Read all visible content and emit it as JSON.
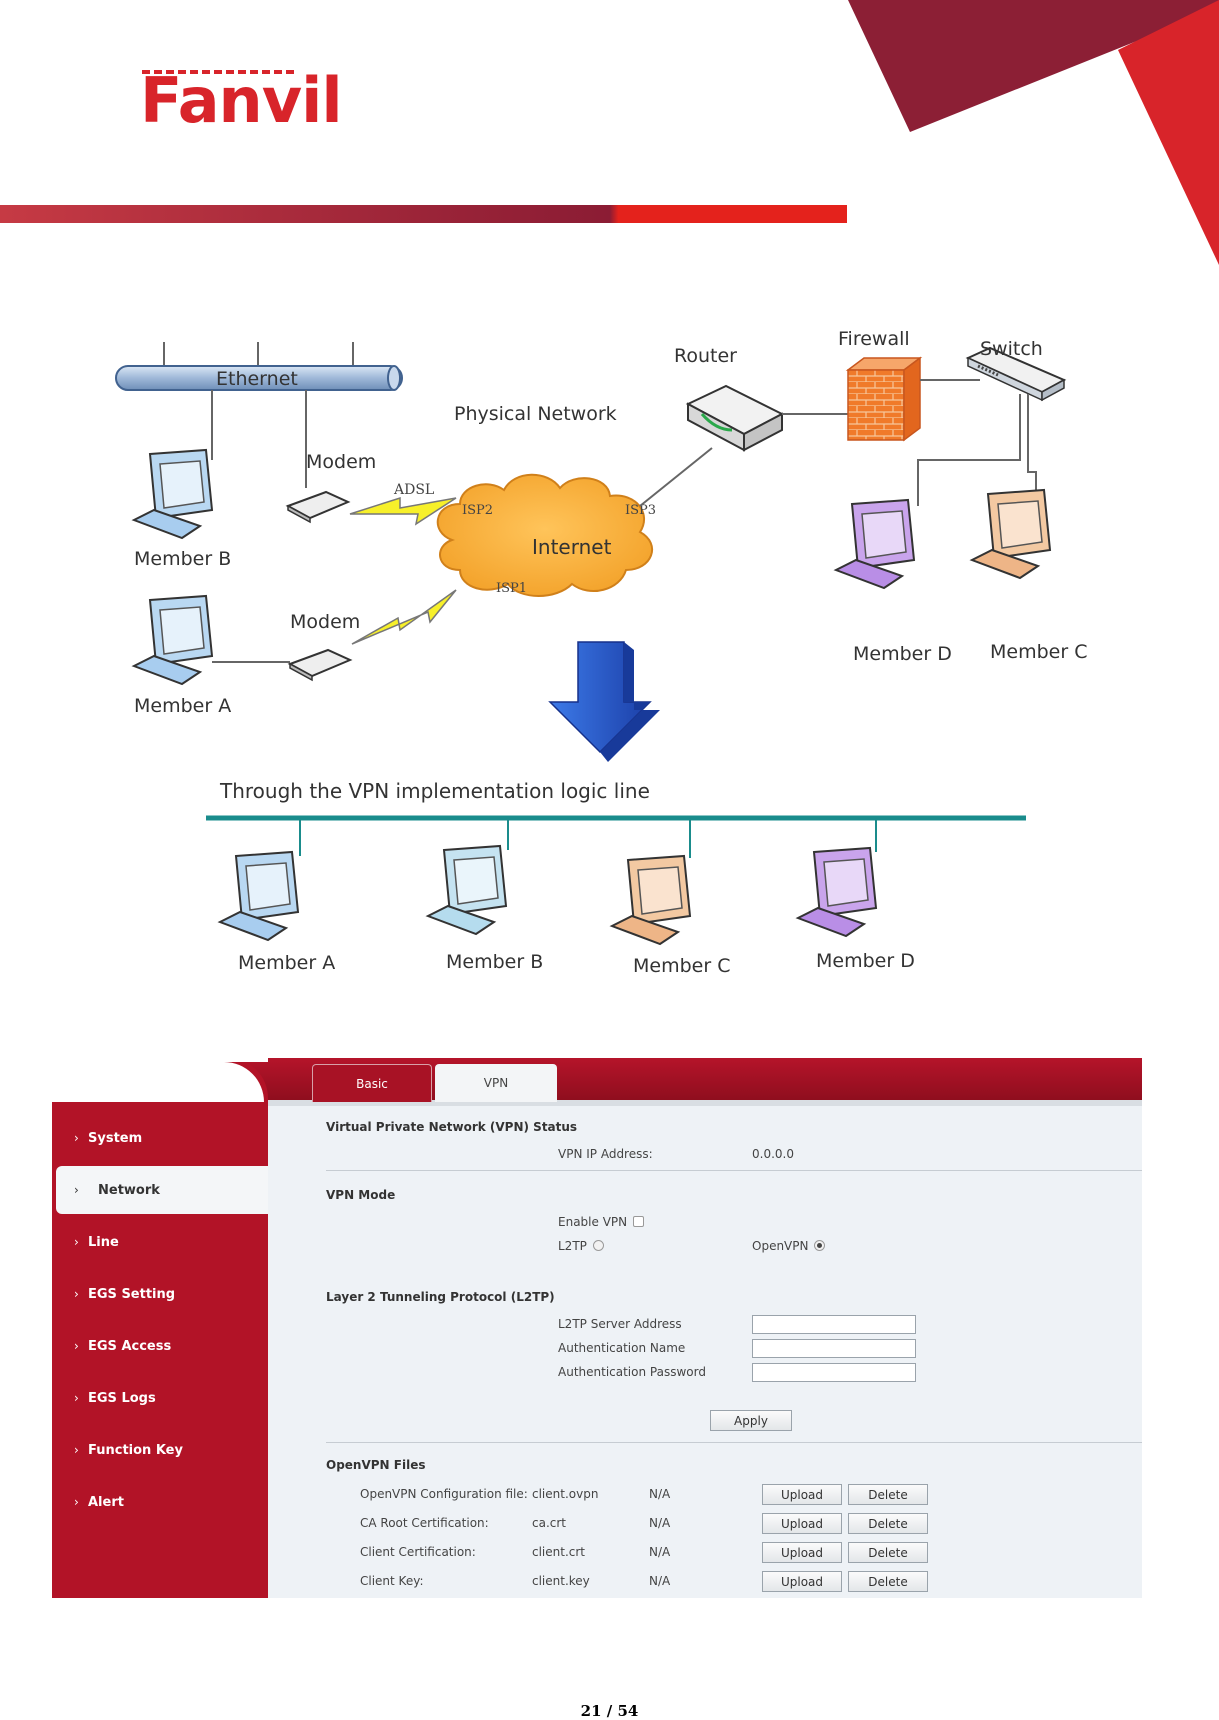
{
  "brand": {
    "logo_text": "Fanvil",
    "primary_color": "#b21327",
    "accent_color": "#e4221c"
  },
  "diagram": {
    "labels": {
      "ethernet": "Ethernet",
      "physical_network": "Physical Network",
      "router": "Router",
      "firewall": "Firewall",
      "switch": "Switch",
      "modem_top": "Modem",
      "modem_bottom": "Modem",
      "adsl": "ADSL",
      "isp1": "ISP1",
      "isp2": "ISP2",
      "isp3": "ISP3",
      "internet": "Internet",
      "member_a": "Member A",
      "member_b": "Member B",
      "member_c": "Member C",
      "member_d": "Member D",
      "vpn_line": "Through the VPN implementation logic line"
    }
  },
  "ui": {
    "tabs": [
      {
        "label": "Basic"
      },
      {
        "label": "VPN"
      }
    ],
    "sidebar": {
      "items": [
        {
          "label": "System",
          "active": false
        },
        {
          "label": "Network",
          "active": true
        },
        {
          "label": "Line",
          "active": false
        },
        {
          "label": "EGS Setting",
          "active": false
        },
        {
          "label": "EGS Access",
          "active": false
        },
        {
          "label": "EGS Logs",
          "active": false
        },
        {
          "label": "Function Key",
          "active": false
        },
        {
          "label": "Alert",
          "active": false
        }
      ]
    },
    "vpn_status": {
      "title": "Virtual Private Network (VPN) Status",
      "ip_label": "VPN IP Address:",
      "ip_value": "0.0.0.0"
    },
    "vpn_mode": {
      "title": "VPN Mode",
      "enable_label": "Enable VPN",
      "enable_checked": false,
      "l2tp_label": "L2TP",
      "openvpn_label": "OpenVPN",
      "selected": "OpenVPN"
    },
    "l2tp": {
      "title": "Layer 2 Tunneling Protocol (L2TP)",
      "server_label": "L2TP Server Address",
      "server_value": "",
      "auth_name_label": "Authentication Name",
      "auth_name_value": "",
      "auth_password_label": "Authentication Password",
      "auth_password_value": "",
      "apply_label": "Apply"
    },
    "openvpn_files": {
      "title": "OpenVPN Files",
      "upload_label": "Upload",
      "delete_label": "Delete",
      "rows": [
        {
          "label": "OpenVPN Configuration file:",
          "file": "client.ovpn",
          "status": "N/A"
        },
        {
          "label": "CA Root Certification:",
          "file": "ca.crt",
          "status": "N/A"
        },
        {
          "label": "Client Certification:",
          "file": "client.crt",
          "status": "N/A"
        },
        {
          "label": "Client Key:",
          "file": "client.key",
          "status": "N/A"
        }
      ]
    }
  },
  "footer": {
    "page_number": "21 / 54"
  }
}
